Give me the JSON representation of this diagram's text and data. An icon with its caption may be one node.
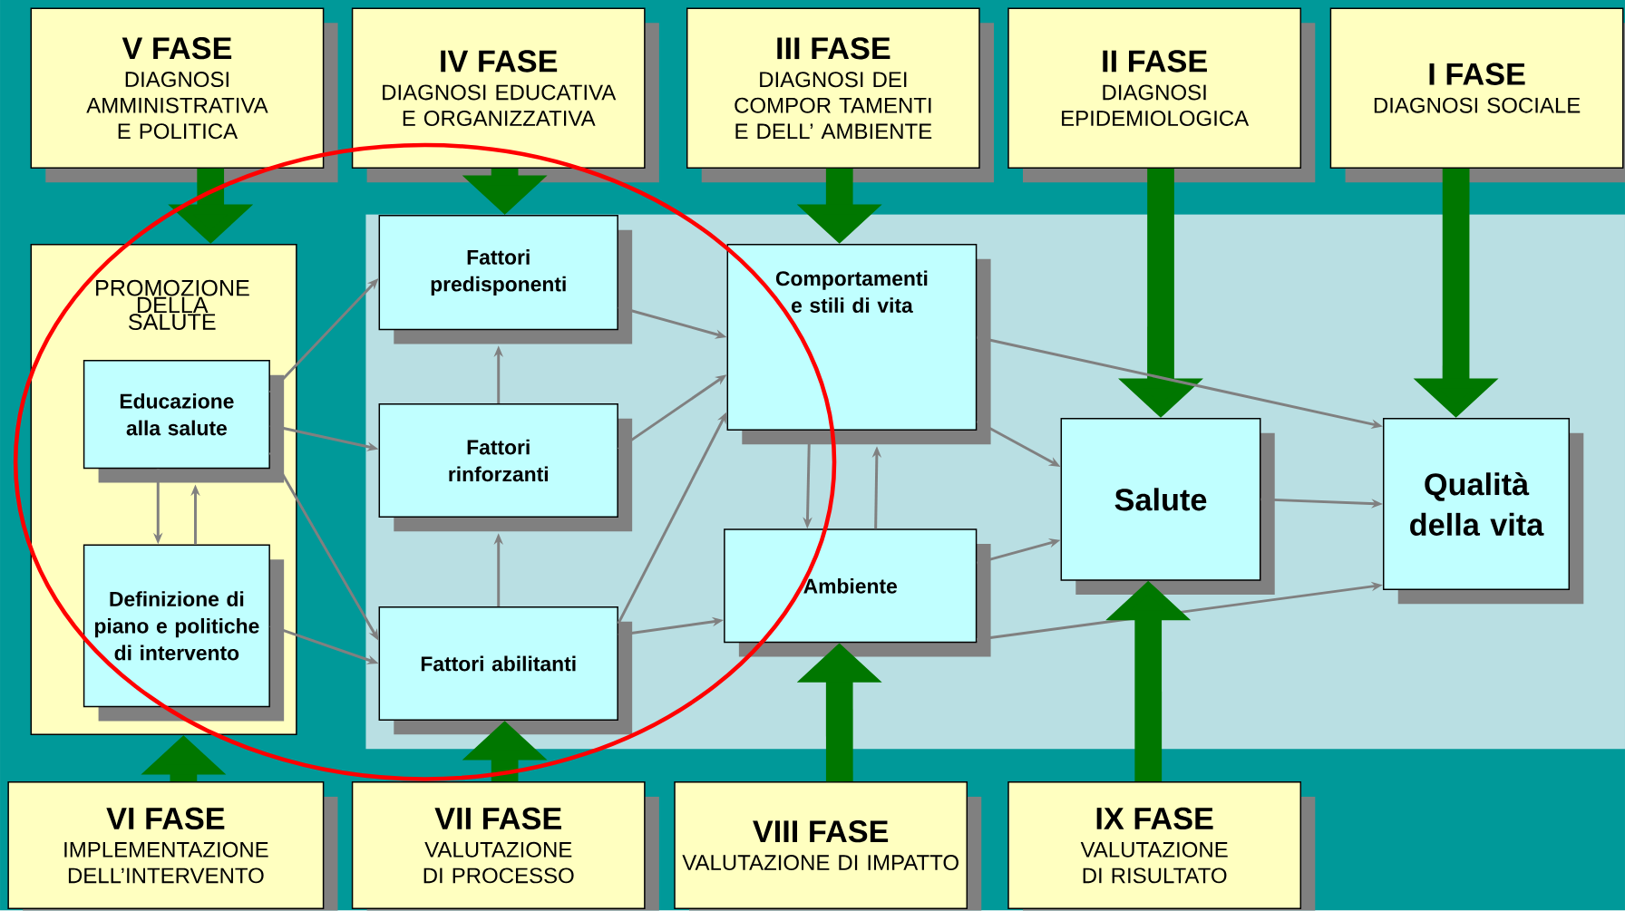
{
  "diagram": {
    "nodes": [
      {
        "text": [
          "V FASE",
          "DIAGNOSI AMMINISTRATIVA E POLITICA"
        ]
      },
      {
        "text": [
          "IV FASE",
          "DIAGNOSI EDUCATIVA E ORGANIZZATIVA"
        ]
      },
      {
        "text": [
          "III FASE",
          "DIAGNOSI DEI COMPOR TAMENTI E DELL’ AMBIENTE"
        ]
      },
      {
        "text": [
          "II FASE",
          "DIAGNOSI EPIDEMIOLOGICA"
        ]
      },
      {
        "text": [
          "I FASE",
          "DIAGNOSI SOCIALE"
        ]
      },
      {
        "text": [
          "PROMOZIONE DELLA SALUTE"
        ]
      },
      {
        "text": [
          "Educazione alla salute"
        ],
        "in": 5
      },
      {
        "text": [
          "Definizione di piano e politiche di intervento"
        ],
        "in": 5
      },
      {
        "text": [
          "Fattori predisponenti"
        ]
      },
      {
        "text": [
          "Fattori rinforzanti"
        ]
      },
      {
        "text": [
          "Fattori abilitanti"
        ]
      },
      {
        "text": [
          "Comportamenti e stili di vita"
        ]
      },
      {
        "text": [
          "Ambiente"
        ]
      },
      {
        "text": [
          "Salute"
        ]
      },
      {
        "text": [
          "Qualità della vita"
        ]
      },
      {
        "text": [
          "VI FASE",
          "IMPLEMENTAZIONE DELL’INTERVENTO"
        ]
      },
      {
        "text": [
          "VII FASE",
          "VALUTAZIONE DI PROCESSO"
        ]
      },
      {
        "text": [
          "VIII FASE",
          "VALUTAZIONE DI IMPATTO"
        ]
      },
      {
        "text": [
          "IX FASE",
          "VALUTAZIONE DI RISULTATO"
        ]
      }
    ],
    "edges": [
      {
        "from": 0,
        "to": 5,
        "arrow": "to",
        "style": "thick",
        "color": "#007700"
      },
      {
        "from": 1,
        "to": 8,
        "arrow": "to",
        "style": "thick",
        "color": "#007700"
      },
      {
        "from": 2,
        "to": 11,
        "arrow": "to",
        "style": "thick",
        "color": "#007700"
      },
      {
        "from": 3,
        "to": 13,
        "arrow": "to",
        "style": "thick",
        "color": "#007700"
      },
      {
        "from": 4,
        "to": 14,
        "arrow": "to",
        "style": "thick",
        "color": "#007700"
      },
      {
        "from": 6,
        "to": 8,
        "arrow": "to"
      },
      {
        "from": 6,
        "to": 9,
        "arrow": "to"
      },
      {
        "from": 6,
        "to": 10,
        "arrow": "to"
      },
      {
        "from": 7,
        "to": 10,
        "arrow": "to"
      },
      {
        "from": 6,
        "to": 7,
        "arrow": "to"
      },
      {
        "from": 7,
        "to": 6,
        "arrow": "to"
      },
      {
        "from": 9,
        "to": 8,
        "arrow": "to"
      },
      {
        "from": 10,
        "to": 9,
        "arrow": "to"
      },
      {
        "from": 8,
        "to": 11,
        "arrow": "to"
      },
      {
        "from": 9,
        "to": 11,
        "arrow": "to"
      },
      {
        "from": 10,
        "to": 11,
        "arrow": "to"
      },
      {
        "from": 10,
        "to": 12,
        "arrow": "to"
      },
      {
        "from": 11,
        "to": 12,
        "arrow": "to"
      },
      {
        "from": 12,
        "to": 11,
        "arrow": "to"
      },
      {
        "from": 11,
        "to": 13,
        "arrow": "to"
      },
      {
        "from": 11,
        "to": 14,
        "arrow": "to"
      },
      {
        "from": 12,
        "to": 13,
        "arrow": "to"
      },
      {
        "from": 12,
        "to": 14,
        "arrow": "to"
      },
      {
        "from": 13,
        "to": 14,
        "arrow": "to"
      },
      {
        "from": 15,
        "to": 5,
        "arrow": "to",
        "style": "thick",
        "color": "#007700"
      },
      {
        "from": 16,
        "to": 10,
        "arrow": "to",
        "style": "thick",
        "color": "#007700"
      },
      {
        "from": 17,
        "to": 12,
        "arrow": "to",
        "style": "thick",
        "color": "#007700"
      },
      {
        "from": 18,
        "to": 13,
        "arrow": "to",
        "style": "thick",
        "color": "#007700"
      }
    ]
  }
}
